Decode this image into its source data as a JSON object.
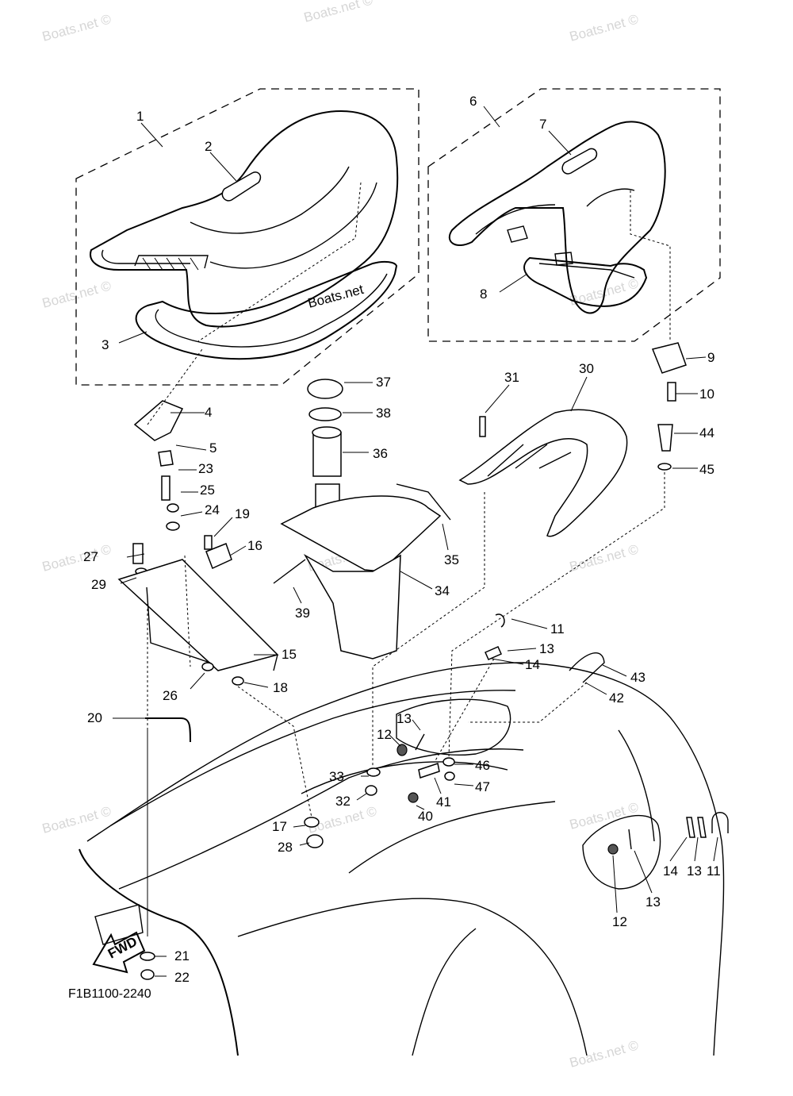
{
  "watermarks": [
    "Boats.net ©",
    "Boats.net ©",
    "Boats.net ©",
    "Boats.net ©",
    "Boats.net ©",
    "Boats.net ©",
    "Boats.net",
    "Boats.net ©",
    "Boats.net ©",
    "Boats.net ©",
    "Boats.net ©",
    "Boats.net ©",
    "Boats.net ©"
  ],
  "diagram_code": "F1B1100-2240",
  "fwd_label": "FWD",
  "callouts": [
    "1",
    "2",
    "3",
    "4",
    "5",
    "23",
    "25",
    "24",
    "19",
    "16",
    "27",
    "29",
    "15",
    "26",
    "18",
    "20",
    "6",
    "7",
    "8",
    "9",
    "10",
    "44",
    "45",
    "37",
    "38",
    "36",
    "35",
    "34",
    "39",
    "31",
    "30",
    "11",
    "13",
    "14",
    "43",
    "42",
    "13",
    "12",
    "46",
    "47",
    "33",
    "32",
    "41",
    "40",
    "17",
    "28",
    "21",
    "22",
    "14",
    "13",
    "11",
    "13",
    "12"
  ]
}
